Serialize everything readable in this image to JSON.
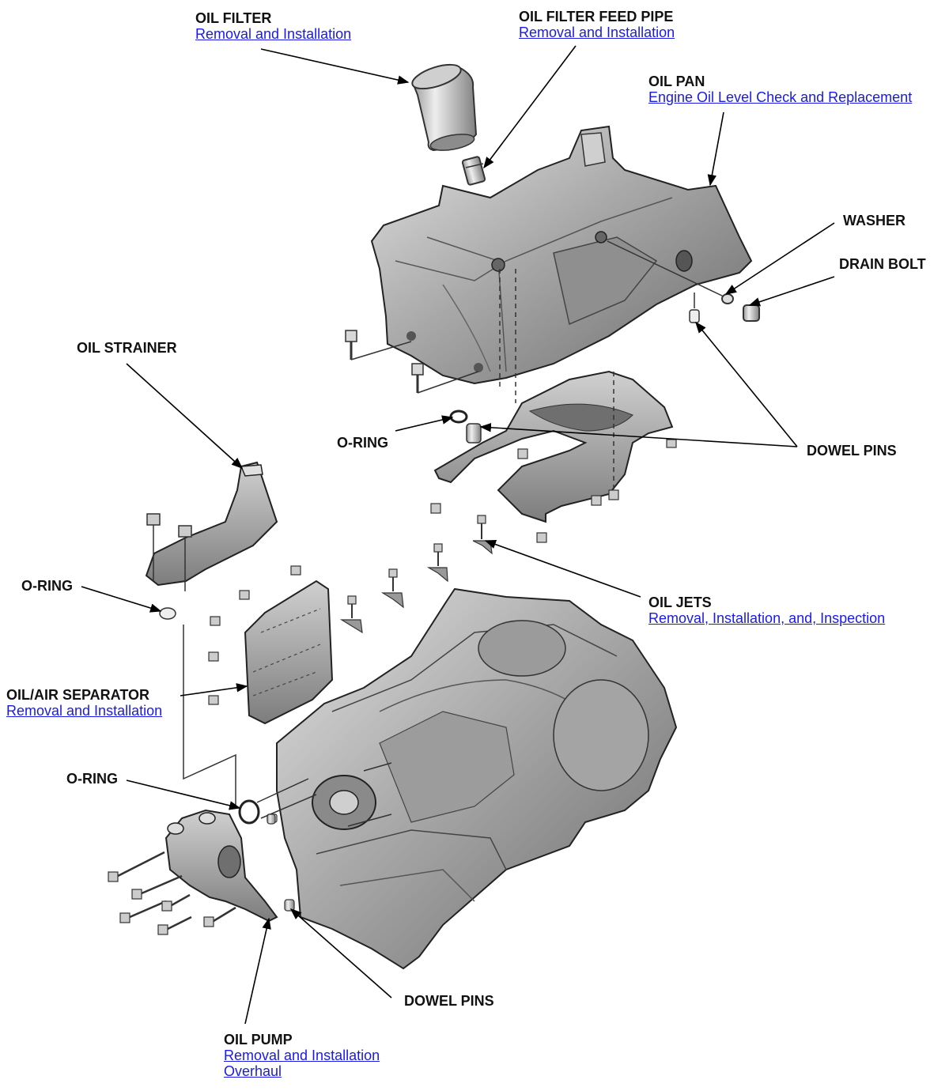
{
  "colors": {
    "link": "#1a1ae6",
    "label": "#111111",
    "part_fill": "#b4b4b4",
    "part_shade": "#7a7a7a",
    "part_dark": "#3c3c3c"
  },
  "callouts": {
    "oil_filter": {
      "label": "OIL FILTER",
      "links": [
        "Removal and Installation"
      ]
    },
    "oil_filter_feed_pipe": {
      "label": "OIL FILTER FEED PIPE",
      "links": [
        "Removal and Installation"
      ]
    },
    "oil_pan": {
      "label": "OIL PAN",
      "links": [
        "Engine Oil Level Check and Replacement"
      ]
    },
    "washer": {
      "label": "WASHER"
    },
    "drain_bolt": {
      "label": "DRAIN BOLT"
    },
    "oil_strainer": {
      "label": "OIL STRAINER"
    },
    "o_ring_pan": {
      "label": "O-RING"
    },
    "dowel_pins_pan": {
      "label": "DOWEL PINS"
    },
    "o_ring_strainer": {
      "label": "O-RING"
    },
    "oil_jets": {
      "label": "OIL JETS",
      "links": [
        "Removal, Installation, and, Inspection"
      ]
    },
    "oil_air_separator": {
      "label": "OIL/AIR SEPARATOR",
      "links": [
        "Removal and Installation"
      ]
    },
    "o_ring_pump": {
      "label": "O-RING"
    },
    "dowel_pins_pump": {
      "label": "DOWEL PINS"
    },
    "oil_pump": {
      "label": "OIL PUMP",
      "links": [
        "Removal and Installation",
        "Overhaul"
      ]
    }
  }
}
